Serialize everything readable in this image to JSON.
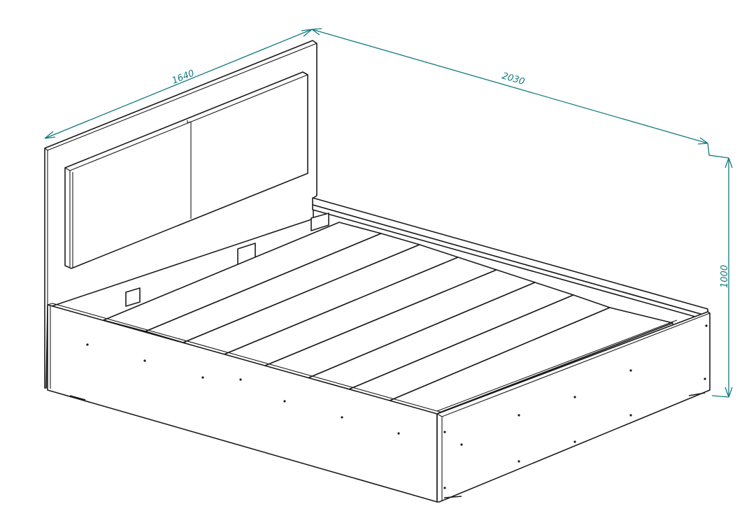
{
  "dimensions": {
    "width": "1640",
    "length": "2030",
    "height": "1000"
  },
  "colors": {
    "dimension": "#137a80",
    "outline": "#1a1a1a",
    "background": "#ffffff"
  }
}
